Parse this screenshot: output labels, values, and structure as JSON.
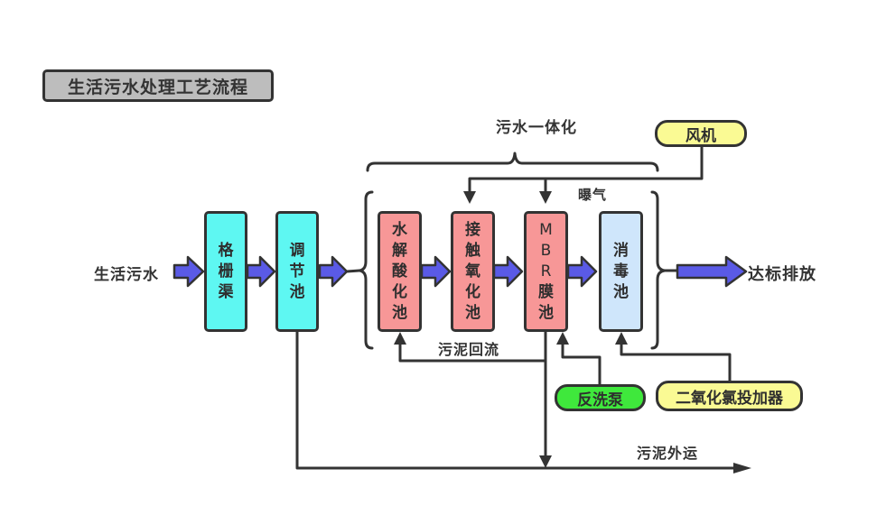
{
  "title": "生活污水处理工艺流程",
  "inputs": {
    "source": "生活污水",
    "output": "达标排放"
  },
  "group": {
    "label": "污水一体化"
  },
  "equipment": {
    "blower": "风机",
    "aeration": "曝气",
    "backwash_pump": "反洗泵",
    "chlorine_doser": "二氧化氯投加器"
  },
  "stages": [
    {
      "id": "grille",
      "chars": [
        "格",
        "栅",
        "渠"
      ],
      "color": "#5ef7f2"
    },
    {
      "id": "equalization",
      "chars": [
        "调",
        "节",
        "池"
      ],
      "color": "#5ef7f2"
    },
    {
      "id": "hydrolysis",
      "chars": [
        "水",
        "解",
        "酸",
        "化",
        "池"
      ],
      "color": "#f79797"
    },
    {
      "id": "contact-oxidation",
      "chars": [
        "接",
        "触",
        "氧",
        "化",
        "池"
      ],
      "color": "#f79797"
    },
    {
      "id": "mbr",
      "chars": [
        "M",
        "B",
        "R",
        "膜",
        "池"
      ],
      "color": "#f79797"
    },
    {
      "id": "disinfection",
      "chars": [
        "消",
        "毒",
        "池"
      ],
      "color": "#cfe6fb"
    }
  ],
  "flows": {
    "sludge_return": "污泥回流",
    "sludge_out": "污泥外运"
  },
  "colors": {
    "arrow_fill": "#5a5ae6",
    "line": "#333333",
    "title_bg": "#bdbdbd"
  }
}
